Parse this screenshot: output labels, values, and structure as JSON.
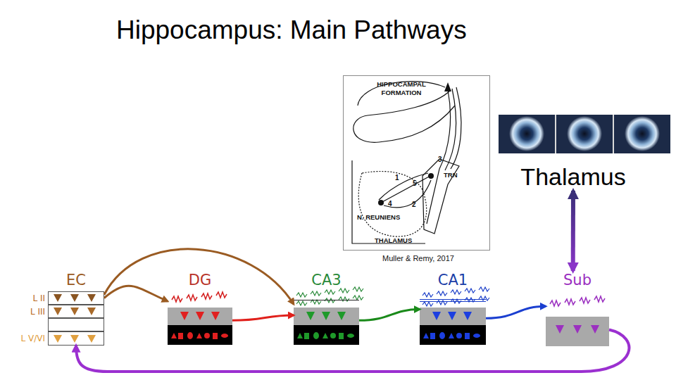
{
  "diagram": {
    "title": "Hippocampus: Main Pathways",
    "nodes": [
      {
        "text": [
          "Thalamus"
        ]
      },
      {
        "text": [
          "EC"
        ]
      },
      {
        "text": [
          "L II"
        ],
        "in": 1
      },
      {
        "text": [
          "L III"
        ],
        "in": 1
      },
      {
        "text": [
          "L V/VI"
        ],
        "in": 1
      },
      {
        "text": [
          "DG"
        ]
      },
      {
        "text": [
          "CA3"
        ]
      },
      {
        "text": [
          "CA1"
        ]
      },
      {
        "text": [
          "Sub"
        ]
      }
    ],
    "edges": [
      {
        "from": 2,
        "to": 5,
        "arrow": "to"
      },
      {
        "from": 2,
        "to": 6,
        "arrow": "to"
      },
      {
        "from": 5,
        "to": 6,
        "arrow": "to"
      },
      {
        "from": 6,
        "to": 7,
        "arrow": "to"
      },
      {
        "from": 7,
        "to": 8,
        "arrow": "to"
      },
      {
        "from": 8,
        "to": 4,
        "arrow": "to"
      },
      {
        "from": 0,
        "to": 8,
        "arrow": "both"
      }
    ],
    "labels": [
      "HIPPOCAMPAL FORMATION",
      "3",
      "TRN",
      "1",
      "5",
      "4",
      "2",
      "N. REUNIENS",
      "THALAMUS",
      "Muller & Remy, 2017"
    ]
  }
}
